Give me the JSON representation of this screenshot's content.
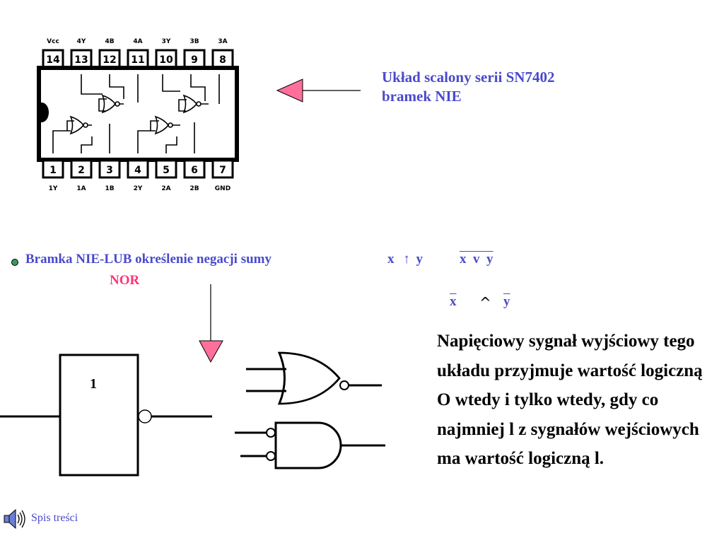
{
  "chip": {
    "top_labels": [
      "Vᴄᴄ",
      "4Y",
      "4B",
      "4A",
      "3Y",
      "3B",
      "3A"
    ],
    "top_pins": [
      "14",
      "13",
      "12",
      "11",
      "10",
      "9",
      "8"
    ],
    "bottom_pins": [
      "1",
      "2",
      "3",
      "4",
      "5",
      "6",
      "7"
    ],
    "bottom_labels": [
      "1Y",
      "1A",
      "1B",
      "2Y",
      "2A",
      "2B",
      "GND"
    ]
  },
  "chip_caption": {
    "line1": "Układ scalony serii SN7402",
    "line2": "bramek NIE"
  },
  "gate_title": {
    "text": "Bramka NIE-LUB określenie negacji sumy",
    "subtitle": "NOR"
  },
  "formulas": {
    "arrow_expr_x": "x",
    "arrow_symbol": "↑",
    "arrow_expr_y": "y",
    "neg_sum": "x  v  y",
    "neg_x": "x",
    "and_symbol": "^",
    "neg_y": "y"
  },
  "gate_symbol_label": "1",
  "description": "Napięciowy sygnał wyjściowy tego układu przyjmuje wartość logiczną O wtedy i tylko wtedy, gdy co najmniej l z sygnałów wejściowych ma wartość logiczną l.",
  "nav": {
    "label": "Spis treści"
  },
  "colors": {
    "accent_blue": "#4a4acc",
    "accent_pink": "#ff3377",
    "arrow_fill": "#ff6f9a"
  }
}
